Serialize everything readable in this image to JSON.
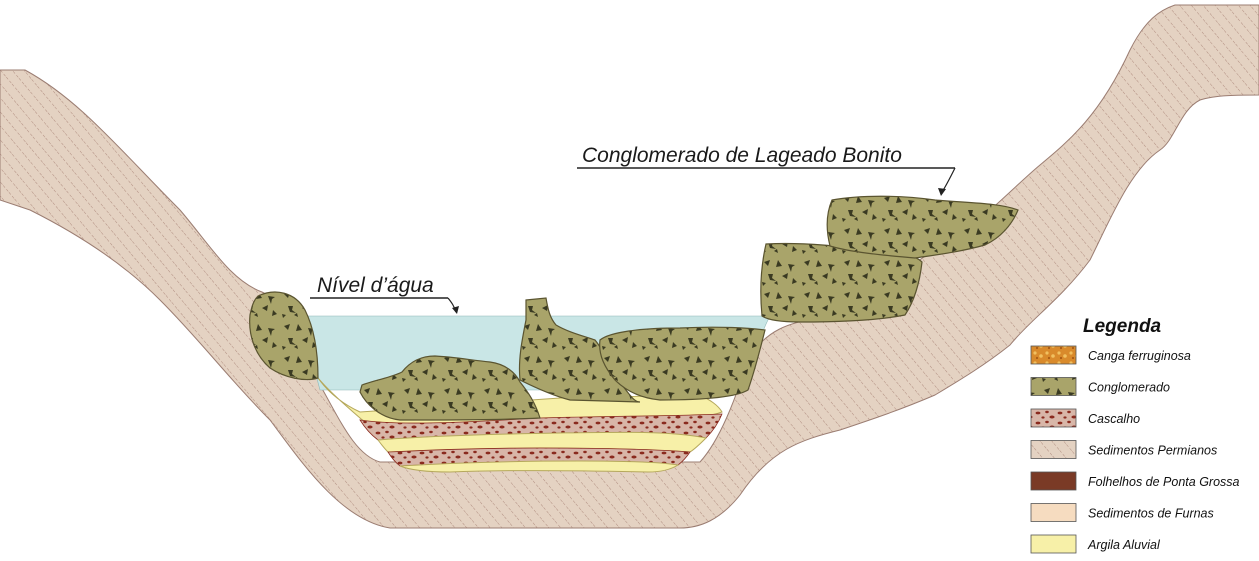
{
  "labels": {
    "water_level": "Nível d’água",
    "conglomerate_formation": "Conglomerado de Lageado Bonito"
  },
  "legend": {
    "title": "Legenda",
    "items": [
      {
        "label": "Canga ferruginosa",
        "color": "#d98a2b",
        "pattern": "canga"
      },
      {
        "label": "Conglomerado",
        "color": "#a9a46a",
        "pattern": "conglomerado"
      },
      {
        "label": "Cascalho",
        "color": "#b88a7a",
        "pattern": "cascalho"
      },
      {
        "label": "Sedimentos Permianos",
        "color": "#e4d2c2",
        "pattern": "permiano"
      },
      {
        "label": "Folhelhos de Ponta Grossa",
        "color": "#7a3a26",
        "pattern": "solid"
      },
      {
        "label": "Sedimentos de Furnas",
        "color": "#f6dcc0",
        "pattern": "solid"
      },
      {
        "label": "Argila Aluvial",
        "color": "#f7f0a8",
        "pattern": "solid"
      }
    ]
  },
  "colors": {
    "water": "#c9e6e6",
    "permian_ground": "#e4d2c2",
    "permian_hatch": "#b08d80",
    "conglomerate": "#a9a46a",
    "conglomerate_clast": "#3a3a22",
    "gravel": "#d8b6a8",
    "gravel_clast": "#8a2a1e",
    "clay": "#f7f0a8"
  }
}
